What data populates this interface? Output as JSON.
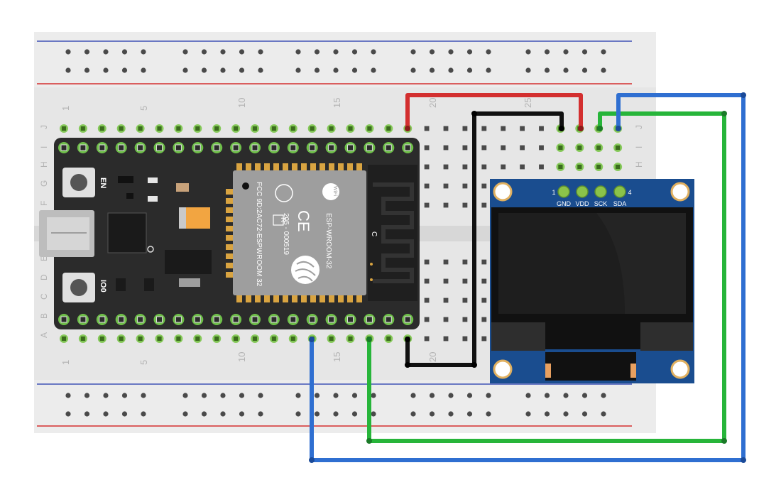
{
  "breadboard": {
    "row_letters_top": [
      "J",
      "I",
      "H",
      "G",
      "F"
    ],
    "row_letters_bottom": [
      "E",
      "D",
      "C",
      "B",
      "A"
    ],
    "column_numbers": [
      "1",
      "5",
      "10",
      "15",
      "20",
      "25"
    ],
    "colors": {
      "board": "#e6e6e6",
      "rail_red": "#d32f2f",
      "rail_blue": "#3f51b5",
      "hole": "#4a4a4a",
      "active_hole": "#76c442"
    }
  },
  "esp32": {
    "button_en_label": "EN",
    "button_io0_label": "IO0",
    "module_text_lines": [
      "ESP-WROOM-32",
      "205 - 000519",
      "FCC 9D:2AC72-ESPWROOM 32"
    ],
    "wifi_badge": "WiFi",
    "regulatory_marks": [
      "CE",
      "R"
    ],
    "antenna_marker": "C",
    "colors": {
      "pcb": "#2b2b2b",
      "module": "#9e9e9e",
      "pad": "#d9a441"
    }
  },
  "oled": {
    "pins": [
      {
        "number": "1",
        "label": "GND"
      },
      {
        "label": "VDD"
      },
      {
        "label": "SCK"
      },
      {
        "number": "4",
        "label": "SDA"
      }
    ],
    "colors": {
      "pcb": "#1a4d8f",
      "screen": "#1f1f1f",
      "pin": "#8bc34a"
    }
  },
  "wires": [
    {
      "name": "power-wire",
      "color": "#d32f2f"
    },
    {
      "name": "ground-wire",
      "color": "#111111"
    },
    {
      "name": "scl-wire",
      "color": "#27b53a"
    },
    {
      "name": "sda-wire",
      "color": "#2f6fd1"
    }
  ]
}
